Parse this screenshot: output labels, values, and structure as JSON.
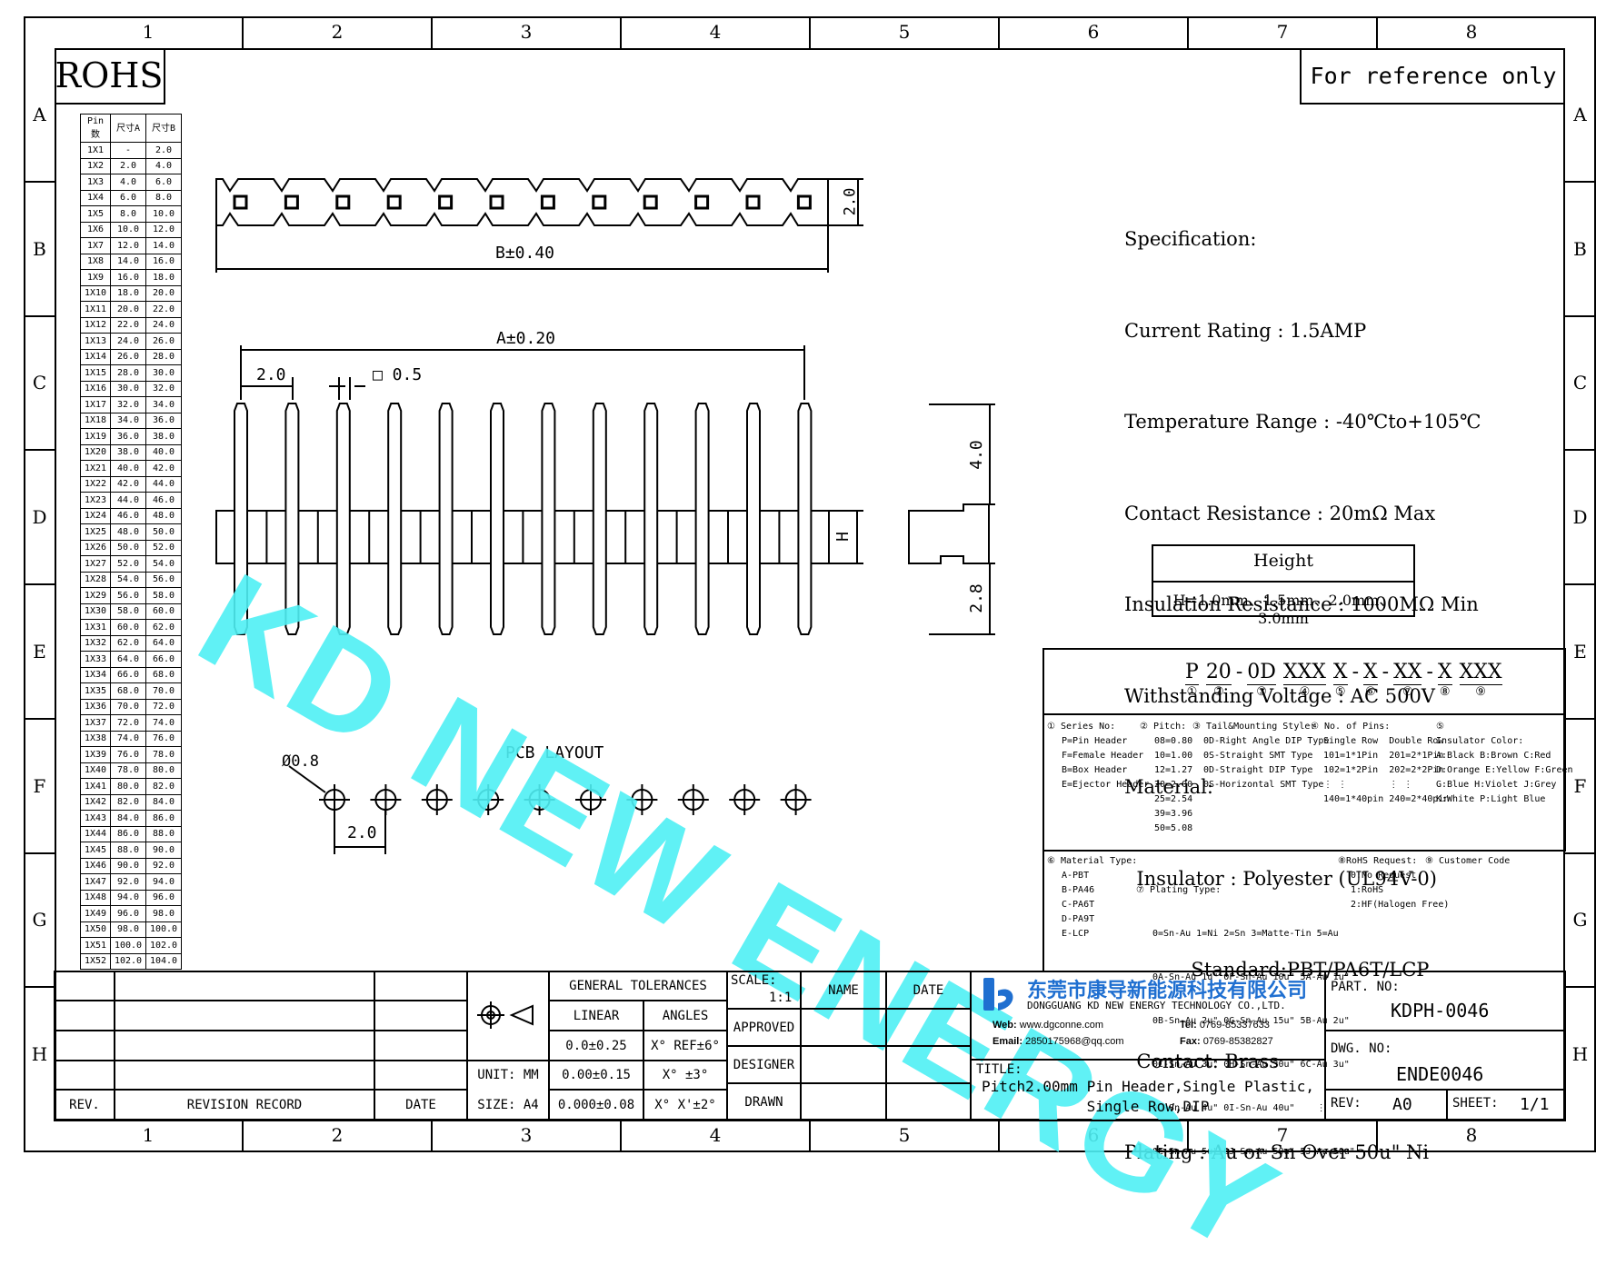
{
  "zones_cols": [
    "1",
    "2",
    "3",
    "4",
    "5",
    "6",
    "7",
    "8"
  ],
  "zones_rows": [
    "A",
    "B",
    "C",
    "D",
    "E",
    "F",
    "G",
    "H"
  ],
  "rohs": "ROHS",
  "reference": "For reference only",
  "size_table": {
    "headers": [
      "Pin数",
      "尺寸A",
      "尺寸B"
    ],
    "rows": [
      [
        "1X1",
        "-",
        "2.0"
      ],
      [
        "1X2",
        "2.0",
        "4.0"
      ],
      [
        "1X3",
        "4.0",
        "6.0"
      ],
      [
        "1X4",
        "6.0",
        "8.0"
      ],
      [
        "1X5",
        "8.0",
        "10.0"
      ],
      [
        "1X6",
        "10.0",
        "12.0"
      ],
      [
        "1X7",
        "12.0",
        "14.0"
      ],
      [
        "1X8",
        "14.0",
        "16.0"
      ],
      [
        "1X9",
        "16.0",
        "18.0"
      ],
      [
        "1X10",
        "18.0",
        "20.0"
      ],
      [
        "1X11",
        "20.0",
        "22.0"
      ],
      [
        "1X12",
        "22.0",
        "24.0"
      ],
      [
        "1X13",
        "24.0",
        "26.0"
      ],
      [
        "1X14",
        "26.0",
        "28.0"
      ],
      [
        "1X15",
        "28.0",
        "30.0"
      ],
      [
        "1X16",
        "30.0",
        "32.0"
      ],
      [
        "1X17",
        "32.0",
        "34.0"
      ],
      [
        "1X18",
        "34.0",
        "36.0"
      ],
      [
        "1X19",
        "36.0",
        "38.0"
      ],
      [
        "1X20",
        "38.0",
        "40.0"
      ],
      [
        "1X21",
        "40.0",
        "42.0"
      ],
      [
        "1X22",
        "42.0",
        "44.0"
      ],
      [
        "1X23",
        "44.0",
        "46.0"
      ],
      [
        "1X24",
        "46.0",
        "48.0"
      ],
      [
        "1X25",
        "48.0",
        "50.0"
      ],
      [
        "1X26",
        "50.0",
        "52.0"
      ],
      [
        "1X27",
        "52.0",
        "54.0"
      ],
      [
        "1X28",
        "54.0",
        "56.0"
      ],
      [
        "1X29",
        "56.0",
        "58.0"
      ],
      [
        "1X30",
        "58.0",
        "60.0"
      ],
      [
        "1X31",
        "60.0",
        "62.0"
      ],
      [
        "1X32",
        "62.0",
        "64.0"
      ],
      [
        "1X33",
        "64.0",
        "66.0"
      ],
      [
        "1X34",
        "66.0",
        "68.0"
      ],
      [
        "1X35",
        "68.0",
        "70.0"
      ],
      [
        "1X36",
        "70.0",
        "72.0"
      ],
      [
        "1X37",
        "72.0",
        "74.0"
      ],
      [
        "1X38",
        "74.0",
        "76.0"
      ],
      [
        "1X39",
        "76.0",
        "78.0"
      ],
      [
        "1X40",
        "78.0",
        "80.0"
      ],
      [
        "1X41",
        "80.0",
        "82.0"
      ],
      [
        "1X42",
        "82.0",
        "84.0"
      ],
      [
        "1X43",
        "84.0",
        "86.0"
      ],
      [
        "1X44",
        "86.0",
        "88.0"
      ],
      [
        "1X45",
        "88.0",
        "90.0"
      ],
      [
        "1X46",
        "90.0",
        "92.0"
      ],
      [
        "1X47",
        "92.0",
        "94.0"
      ],
      [
        "1X48",
        "94.0",
        "96.0"
      ],
      [
        "1X49",
        "96.0",
        "98.0"
      ],
      [
        "1X50",
        "98.0",
        "100.0"
      ],
      [
        "1X51",
        "100.0",
        "102.0"
      ],
      [
        "1X52",
        "102.0",
        "104.0"
      ]
    ]
  },
  "dims": {
    "top_height": "2.0",
    "b_tol": "B±0.40",
    "a_tol": "A±0.20",
    "pitch": "2.0",
    "pin_sq": "□ 0.5",
    "side_top": "4.0",
    "side_bottom": "2.8",
    "h": "H",
    "hole": "Ø0.8",
    "pcb_pitch": "2.0",
    "pcb_layout": "PCB LAYOUT"
  },
  "spec": {
    "title": "Specification:",
    "lines": [
      "Current Rating : 1.5AMP",
      "Temperature Range : -40℃to+105℃",
      "Contact Resistance : 20mΩ Max",
      "Insulation Resistance : 1000MΩ Min",
      "Withstanding Voltage : AC 500V",
      "Material:",
      "  Insulator : Polyester (UL94V-0)",
      "           Standard:PBT/PA6T/LCP",
      "  Contact: Brass",
      "Plating : Au or Sn Over 50u\" Ni"
    ]
  },
  "height_box": {
    "title": "Height",
    "value": "H=1.0mm、1.5mm、2.0mm、3.0mm"
  },
  "part_code": {
    "segments": [
      "P",
      "20",
      "0D",
      "XXX",
      "X",
      "X",
      "XX",
      "X",
      "XXX"
    ],
    "seps": [
      "",
      "",
      "-",
      "",
      "",
      "-",
      "-",
      "-",
      ""
    ],
    "circles": [
      "①",
      "②",
      "③",
      "④",
      "⑤",
      "⑥",
      "⑦",
      "⑧",
      "⑨"
    ]
  },
  "legend": {
    "series": [
      "① Series No:",
      "P=Pin Header",
      "F=Female Header",
      "B=Box Header",
      "E=Ejector Header"
    ],
    "pitch": [
      "② Pitch:",
      "08=0.80",
      "10=1.00",
      "12=1.27",
      "20=2.00",
      "25=2.54",
      "39=3.96",
      "50=5.08"
    ],
    "tail": [
      "③ Tail&Mounting Style:",
      "0D-Right Angle DIP Type",
      "0S-Straight SMT Type",
      "0D-Straight DIP Type",
      "0S-Horizontal SMT Type"
    ],
    "pins_title": "④ No. of Pins:",
    "pins_single": [
      "Single Row",
      "101=1*1Pin",
      "102=1*2Pin",
      "⋮  ⋮",
      "140=1*40pin"
    ],
    "pins_double": [
      "Double Row",
      "201=2*1Pin",
      "202=2*2Pin",
      "⋮  ⋮",
      "240=2*40pin"
    ],
    "color": [
      "⑤",
      "Insulator Color:",
      "A:Black B:Brown C:Red",
      "D:Orange E:Yellow F:Green",
      "G:Blue  H:Violet J:Grey",
      "K:White P:Light Blue"
    ],
    "material": [
      "⑥ Material Type:",
      "A-PBT",
      "B-PA46",
      "C-PA6T",
      "D-PA9T",
      "E-LCP"
    ],
    "plating": [
      "⑦ Plating Type:",
      "0=Sn-Au 1=Ni 2=Sn 3=Matte-Tin 5=Au",
      "0A-Sn-Au 1u\" 0F-Sn-Au 10u\" 5A-Au 1u\"",
      "0B-Sn-Au 2u\" 0G-Sn-Au 15u\" 5B-Au 2u\"",
      "0C-Sn-Au 3u\" 0H-Sn-Au 30u\" 6C-Au 3u\"",
      "0D-Sn-Au 4u\" 0I-Sn-Au 40u\"    ⋮",
      "0E-Sn-Au 5u\" 0J-Sn-Au 50u\" 5J-Au 50u\""
    ],
    "rohs": [
      "⑧RoHS Request:",
      "0:No Request",
      "1:RoHS",
      "2:HF(Halogen Free)"
    ],
    "customer": [
      "⑨ Customer Code"
    ]
  },
  "title_block": {
    "gen_tol": "GENERAL TOLERANCES",
    "linear": "LINEAR",
    "angles": "ANGLES",
    "lin_vals": [
      "0.0±0.25",
      "0.00±0.15",
      "0.000±0.08"
    ],
    "ang_vals": [
      "X° REF±6°",
      "X° ±3°",
      "X° X'±2°"
    ],
    "unit": "UNIT: MM",
    "size": "SIZE: A4",
    "scale_label": "SCALE:",
    "scale_val": "1:1",
    "name": "NAME",
    "date": "DATE",
    "approved": "APPROVED",
    "designer": "DESIGNER",
    "drawn": "DRAWN",
    "rev": "REV.",
    "revision_record": "REVISION RECORD",
    "rev_date": "DATE",
    "company_cn": "东莞市康导新能源科技有限公司",
    "company_en": "DONGGUANG KD NEW ENERGY TECHNOLOGY CO.,LTD.",
    "web_label": "Web:",
    "web": "www.dgconne.com",
    "email_label": "Email:",
    "email": "2850175968@qq.com",
    "tel_label": "Tel:",
    "tel": "0769-85337633",
    "fax_label": "Fax:",
    "fax": "0769-85382827",
    "title_label": "TITLE:",
    "title_line1": "Pitch2.00mm Pin Header,Single Plastic,",
    "title_line2": "Single Row,DIP",
    "part_no_label": "PART. NO:",
    "part_no": "KDPH-0046",
    "dwg_no_label": "DWG. NO:",
    "dwg_no": "ENDE0046",
    "rev_label": "REV:",
    "rev_val": "A0",
    "sheet_label": "SHEET:",
    "sheet_val": "1/1"
  },
  "watermark": "KD NEW ENERGY",
  "colors": {
    "watermark": "#4ff0f4",
    "logo": "#1f6fd0"
  }
}
